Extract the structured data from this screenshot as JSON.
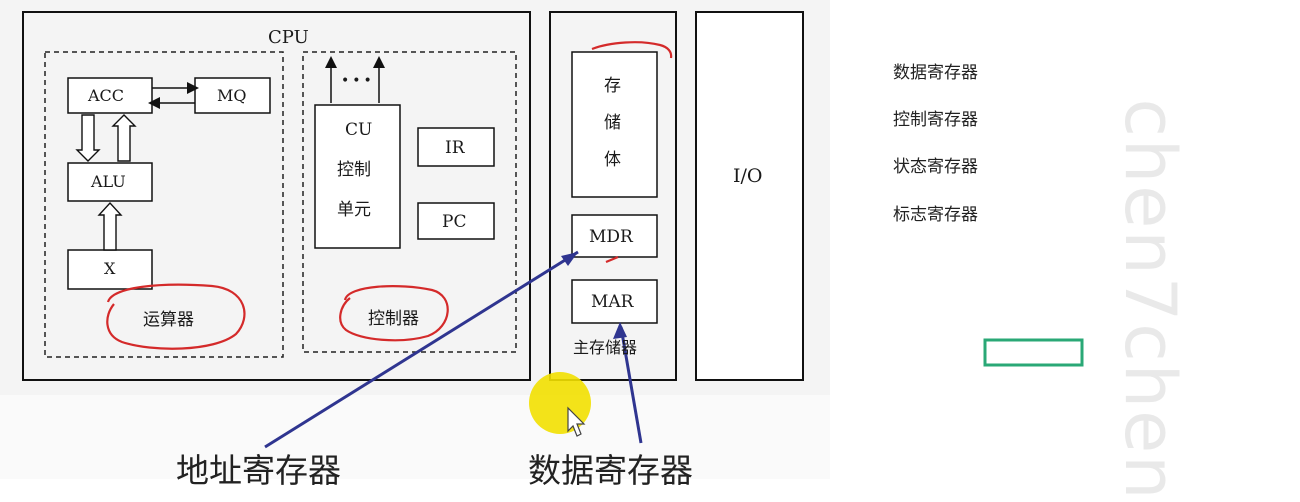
{
  "diagram": {
    "cpu_label": "CPU",
    "acc": "ACC",
    "mq": "MQ",
    "alu": "ALU",
    "x": "X",
    "alu_group_label": "运算器",
    "cu_line1": "CU",
    "cu_line2": "控制",
    "cu_line3": "单元",
    "bus_dots": "•••",
    "ir": "IR",
    "pc": "PC",
    "control_group_label": "控制器",
    "storage_char1": "存",
    "storage_char2": "储",
    "storage_char3": "体",
    "mdr": "MDR",
    "mar": "MAR",
    "main_memory_label": "主存储器",
    "io": "I/O"
  },
  "annotations": {
    "address_register": "地址寄存器",
    "data_register": "数据寄存器"
  },
  "side_list": [
    "数据寄存器",
    "控制寄存器",
    "状态寄存器",
    "标志寄存器"
  ],
  "watermark": "chen7chen",
  "colors": {
    "annotation_red": "#d42a2a",
    "arrow_blue": "#2f3590",
    "cursor_highlight": "#f2e000",
    "green_box": "#2aa876"
  }
}
